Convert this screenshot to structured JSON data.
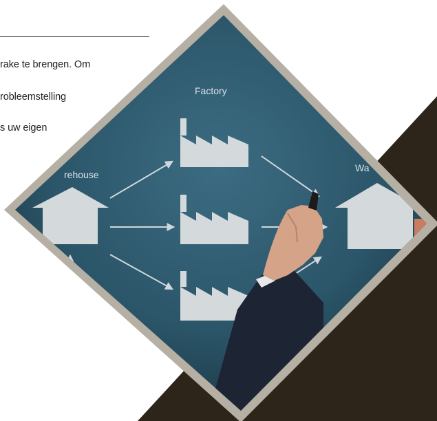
{
  "text": {
    "lines": [
      "rake te brengen. Om",
      "robleemstelling",
      "s uw eigen"
    ]
  },
  "diagram": {
    "labels": {
      "left": "rehouse",
      "center": "Factory",
      "right": "Wa"
    }
  },
  "colors": {
    "page_background": "#ffffff",
    "dark_accent": "#2d241a",
    "frame": "#b5afa4",
    "board": "#2b5569",
    "glyph": "#d4d9dc"
  }
}
